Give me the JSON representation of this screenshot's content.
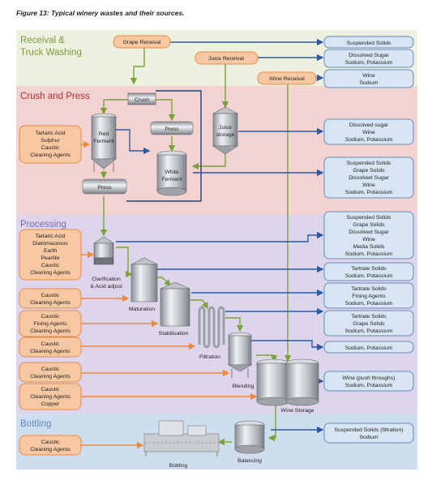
{
  "figure_caption": "Figure 13: Typical winery wastes and their sources.",
  "colors": {
    "receival_bg": "#eef1df",
    "crush_bg": "#f3d2d2",
    "processing_bg": "#dcd5ec",
    "bottling_bg": "#cfdeee",
    "receival_title": "#7c9b3c",
    "crush_title": "#b3302e",
    "processing_title": "#7f66ad",
    "bottling_title": "#5b87bd",
    "input_box_fill": "#f8c8a3",
    "input_box_stroke": "#e58b48",
    "waste_box_fill": "#d8e5f4",
    "waste_box_stroke": "#6a8bb5",
    "product_flow": "#7aa33a",
    "waste_flow": "#2d5aa3",
    "input_flow": "#ec8a3e",
    "dark_flow": "#1f3e7a"
  },
  "sections": {
    "receival": [
      "Receival &",
      "Truck Washing"
    ],
    "crush": "Crush and Press",
    "processing": "Processing",
    "bottling": "Bottling"
  },
  "receival_boxes": {
    "grape": "Grape Receival",
    "juice": "Juice Receival",
    "wine": "Wine Receival"
  },
  "equipment": {
    "crush": "Crush",
    "red_ferment": [
      "Red",
      "Ferment"
    ],
    "press_top": "Press",
    "press_bottom": "Press",
    "juice_storage": [
      "Juice",
      "storage"
    ],
    "white_ferment": [
      "White",
      "Ferment"
    ],
    "clarification": [
      "Clarification",
      "& Acid adjust"
    ],
    "maturation": "Maturation",
    "stabilisation": "Stabilisation",
    "filtration": "Filtration",
    "blending": "Blending",
    "wine_storage": "Wine Storage",
    "balancing": "Balancing",
    "bottling": "Bottling"
  },
  "inputs": {
    "crush_in": [
      "Tartaric Acid",
      "Sulphur",
      "Caustic",
      "Cleaning Agents"
    ],
    "proc_in_1": [
      "Tartaric Acid",
      "Diatomaceous",
      "Earth",
      "Pearlite",
      "Caustic",
      "Cleaning Agents"
    ],
    "proc_in_2": [
      "Caustic",
      "Cleaning Agents"
    ],
    "proc_in_3": [
      "Caustic",
      "Fining Agents",
      "Cleaning Agents"
    ],
    "proc_in_4": [
      "Caustic",
      "Cleaning Agents"
    ],
    "proc_in_5": [
      "Caustic",
      "Cleaning Agents"
    ],
    "proc_in_6": [
      "Caustic",
      "Cleaning Agents",
      "Copper"
    ],
    "bottling_in": [
      "Caustic",
      "Cleaning Agents"
    ]
  },
  "wastes": {
    "w1": [
      "Suspended Solids"
    ],
    "w2": [
      "Dissolved Sugar",
      "Sodium, Potassium"
    ],
    "w3": [
      "Wine",
      "Sodium"
    ],
    "w4": [
      "Dissolved sugar",
      "Wine",
      "Sodium, Potassium"
    ],
    "w5": [
      "Suspended Solids",
      "Grape Solids",
      "Dissolved Sugar",
      "Wine",
      "Sodium, Potassium"
    ],
    "w6": [
      "Suspended Solids",
      "Grape Solids",
      "Dissolved Sugar",
      "Wine",
      "Media Solids",
      "Sodium, Potassium"
    ],
    "w7": [
      "Tartrate Solids",
      "Sodium, Potassium"
    ],
    "w8": [
      "Tartrate Solids",
      "Fining Agents",
      "Sodium, Potassium"
    ],
    "w9": [
      "Tartrate Solids",
      "Grape Solids",
      "Sodium, Potassium"
    ],
    "w10": [
      "Sodium, Potassium"
    ],
    "w11": [
      "Wine (push throughs)",
      "Sodium, Potassium"
    ],
    "w12": [
      "Suspended Solids (filtration)",
      "Sodium"
    ]
  }
}
